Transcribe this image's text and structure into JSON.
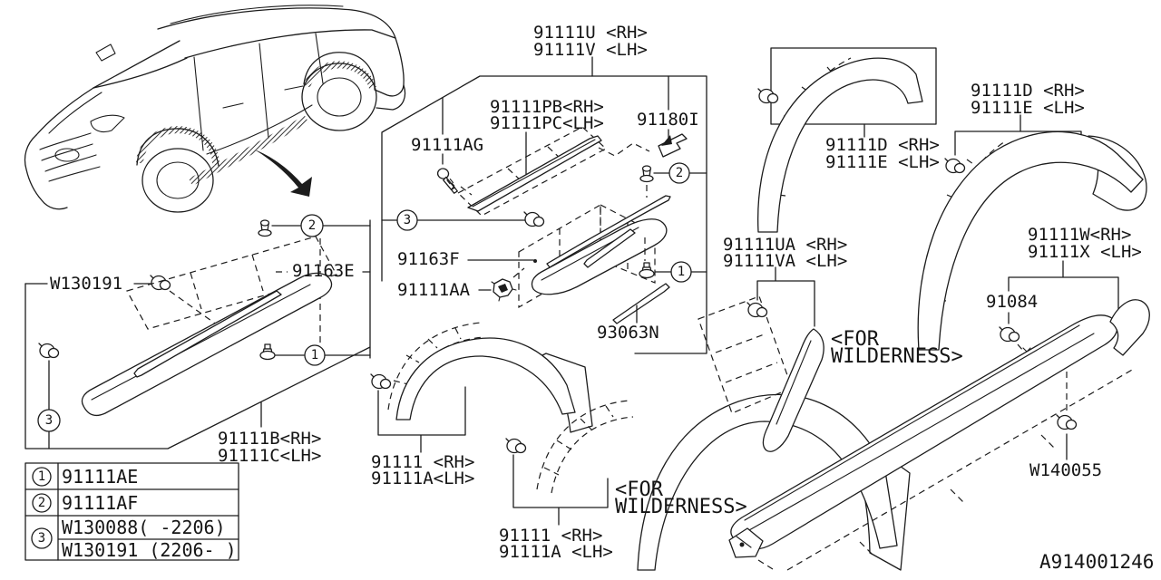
{
  "diagram": {
    "code": "A914001246"
  },
  "refs": {
    "r1": "1",
    "r2": "2",
    "r3": "3"
  },
  "callouts": {
    "side_set": {
      "rh": "91111U <RH>",
      "lh": "91111V <LH>"
    },
    "protector": {
      "rh": "91111PB<RH>",
      "lh": "91111PC<LH>"
    },
    "retainer": "91180I",
    "screw": "91111AG",
    "tape_f": "91163F",
    "grommet": "91111AA",
    "protector_rear": "93063N",
    "tape_e": "91163E",
    "clip_w130191": "W130191",
    "molding_rear_door": {
      "rh": "91111B<RH>",
      "lh": "91111C<LH>"
    },
    "arch_front": {
      "rh": "91111 <RH>",
      "lh": "91111A<LH>"
    },
    "arch_front_wild": {
      "rh": "91111 <RH>",
      "lh": "91111A <LH>"
    },
    "arch_rear_d1": {
      "rh": "91111D <RH>",
      "lh": "91111E <LH>"
    },
    "arch_rear_d2": {
      "rh": "91111D <RH>",
      "lh": "91111E <LH>"
    },
    "arch_rear_lower": {
      "rh": "91111UA <RH>",
      "lh": "91111VA <LH>"
    },
    "rocker_wild": {
      "rh": "91111W<RH>",
      "lh": "91111X <LH>"
    },
    "clip_91084": "91084",
    "clip_w140055": "W140055",
    "wilderness_front": {
      "line1": "<FOR",
      "line2": "WILDERNESS>"
    },
    "wilderness_rear": {
      "line1": "<FOR",
      "line2": "WILDERNESS>"
    }
  },
  "legend": {
    "rows": [
      {
        "ref": "1",
        "lines": [
          "91111AE"
        ]
      },
      {
        "ref": "2",
        "lines": [
          "91111AF"
        ]
      },
      {
        "ref": "3",
        "lines": [
          "W130088( -2206)",
          "W130191 (2206- )"
        ]
      }
    ]
  }
}
